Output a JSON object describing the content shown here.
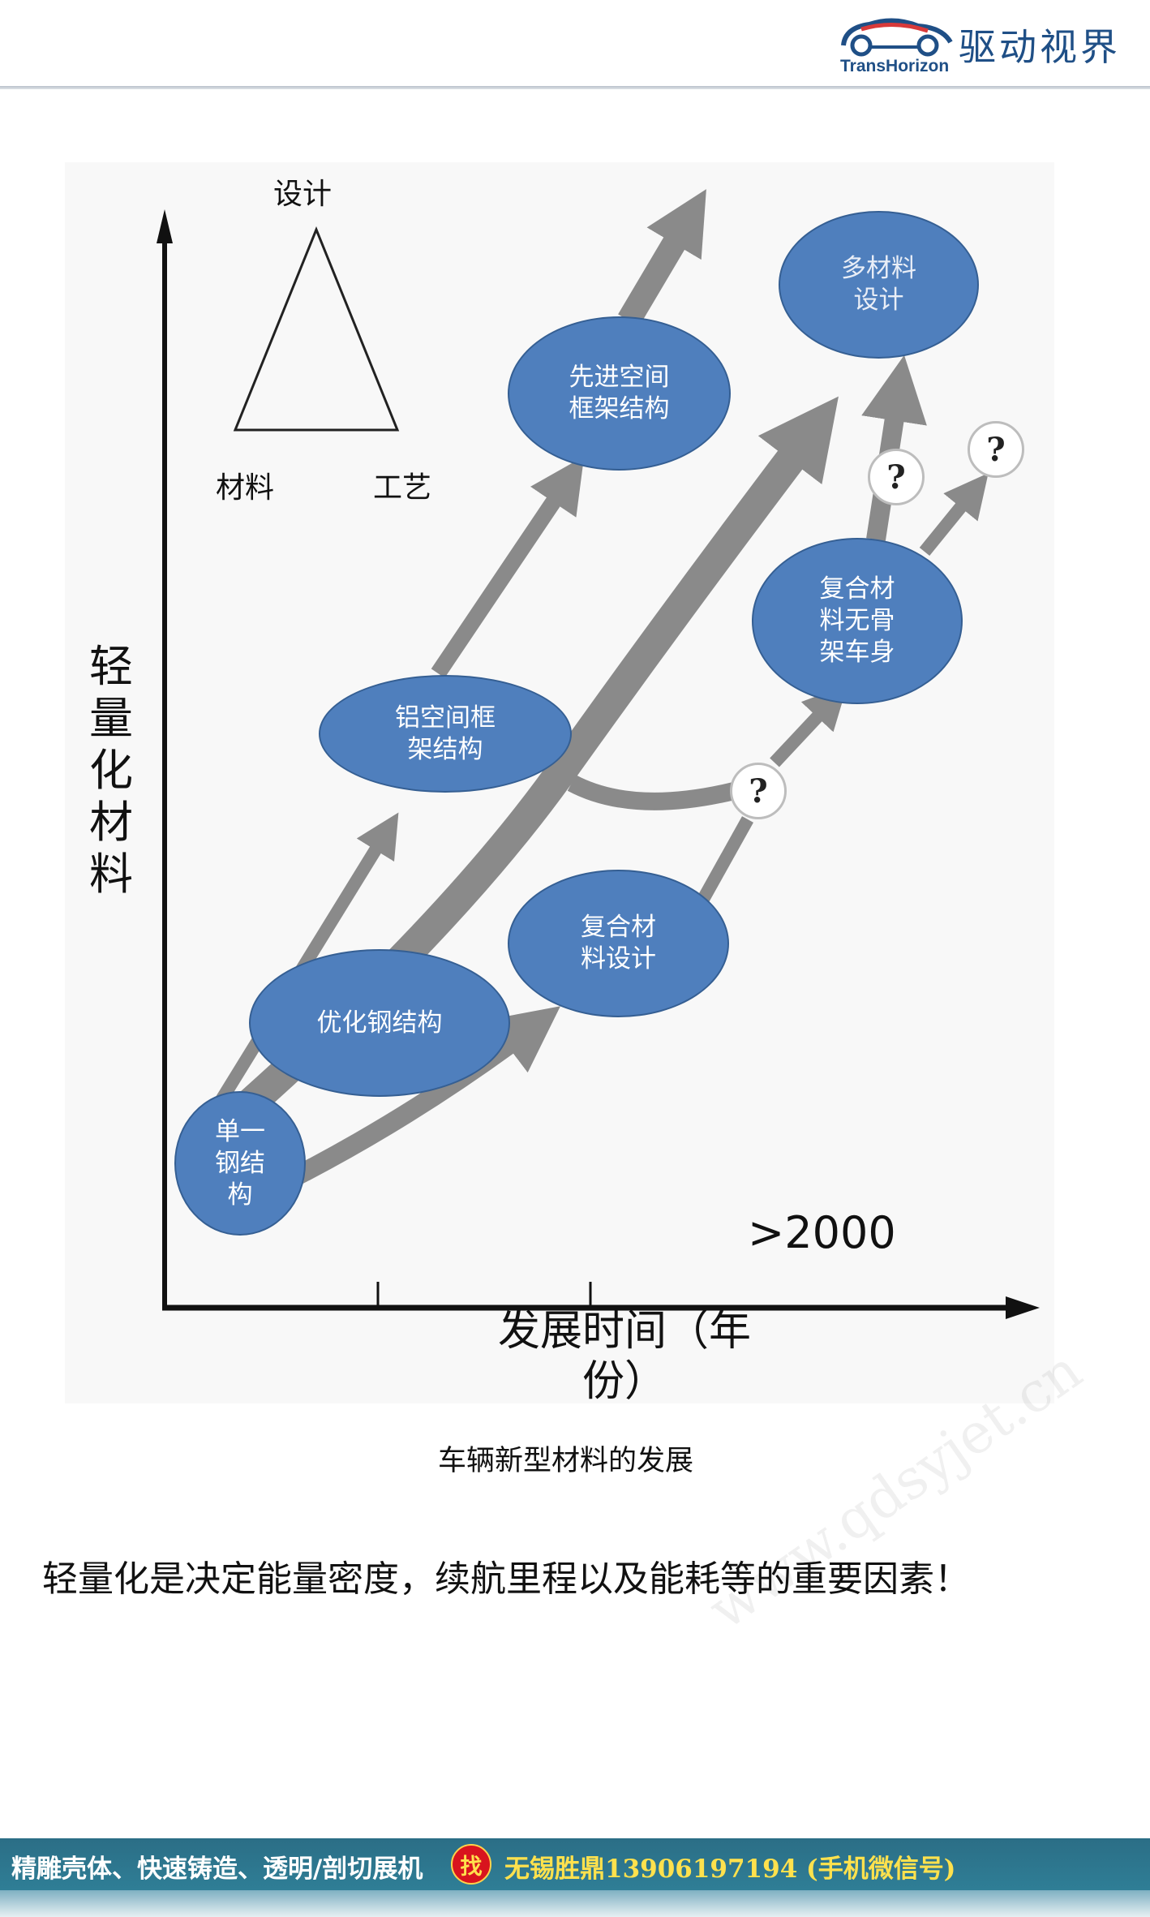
{
  "header": {
    "brand_name": "驱动视界",
    "brand_sub": "TransHorizon",
    "colors": {
      "brand": "#1f4f86",
      "accent_red": "#d83a3a"
    }
  },
  "diagram": {
    "triangle": {
      "top": "设计",
      "left": "材料",
      "right": "工艺"
    },
    "y_axis_label": "轻量化材料",
    "x_axis_label": "发展时间（年份）",
    "year_label": ">2000",
    "nodes": {
      "single_steel": "单一\n钢结\n构",
      "optimized_steel": "优化钢结构",
      "aluminum_frame": "铝空间框\n架结构",
      "advanced_frame": "先进空间\n框架结构",
      "composite_design": "复合材\n料设计",
      "composite_frameless": "复合材\n料无骨\n架车身",
      "multi_material": "多材料\n设计"
    },
    "question_mark": "?",
    "colors": {
      "node_fill": "#4f7fbd",
      "arrow": "#8a8a8a",
      "axis": "#111111"
    }
  },
  "caption": "车辆新型材料的发展",
  "statement": "轻量化是决定能量密度，续航里程以及能耗等的重要因素！",
  "watermark": "www.qdsyjet.cn",
  "footer": {
    "left_text": "精雕壳体、快速铸造、透明/剖切展机",
    "find_badge": "找",
    "right_text": "无锡胜鼎13906197194 (手机微信号)",
    "colors": {
      "bar": "#2b6e86",
      "highlight": "#ffe14d",
      "badge": "#d8141e"
    }
  }
}
